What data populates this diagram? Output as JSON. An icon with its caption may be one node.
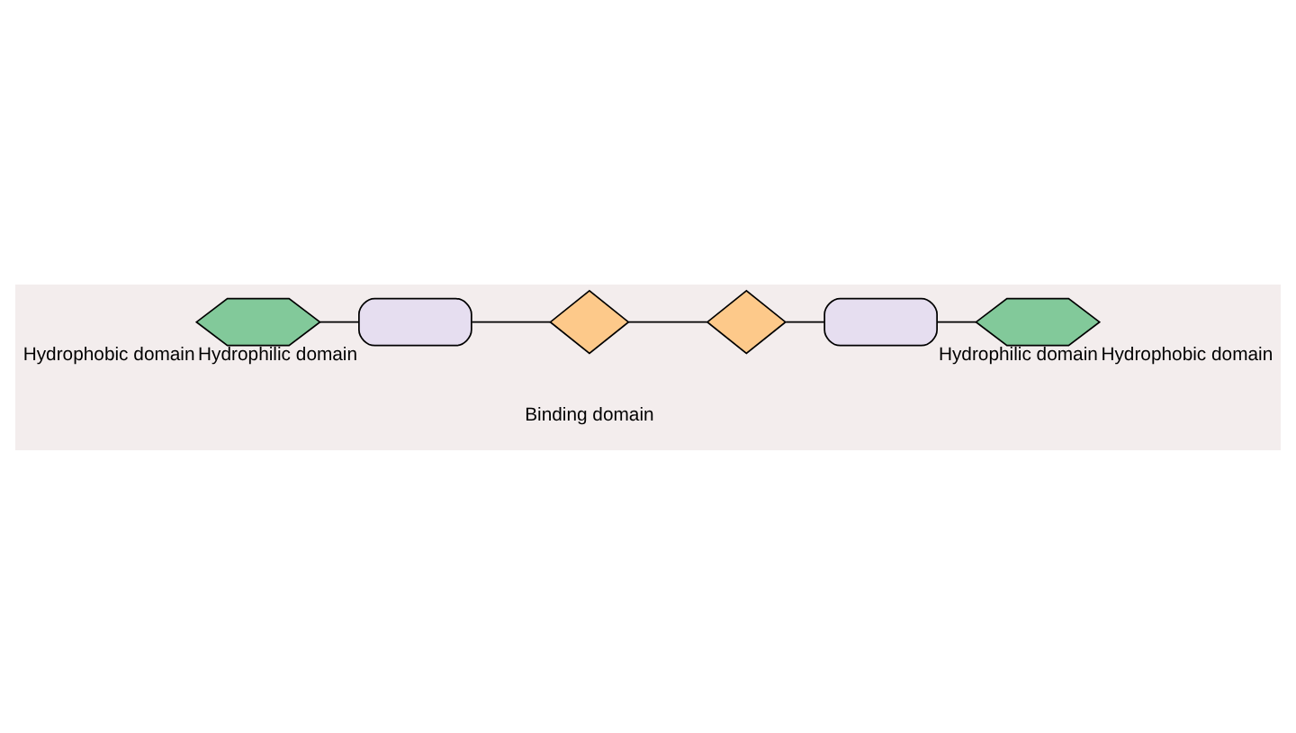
{
  "diagram": {
    "nodes": [
      {
        "text": [
          "Hydrophobic domain"
        ]
      },
      {
        "text": [
          "Hydrophilic domain"
        ]
      },
      {
        "text": [],
        "shape": "diamond"
      },
      {
        "text": [],
        "shape": "diamond"
      },
      {
        "text": [
          "Hydrophilic domain"
        ]
      },
      {
        "text": [
          "Hydrophobic domain"
        ]
      }
    ],
    "edges": [
      {
        "from": 0,
        "to": 1,
        "arrow": "none"
      },
      {
        "from": 1,
        "to": 2,
        "arrow": "none"
      },
      {
        "from": 2,
        "to": 3,
        "arrow": "none"
      },
      {
        "from": 3,
        "to": 4,
        "arrow": "none"
      },
      {
        "from": 4,
        "to": 5,
        "arrow": "none"
      }
    ],
    "labels": [
      "Binding domain"
    ]
  }
}
